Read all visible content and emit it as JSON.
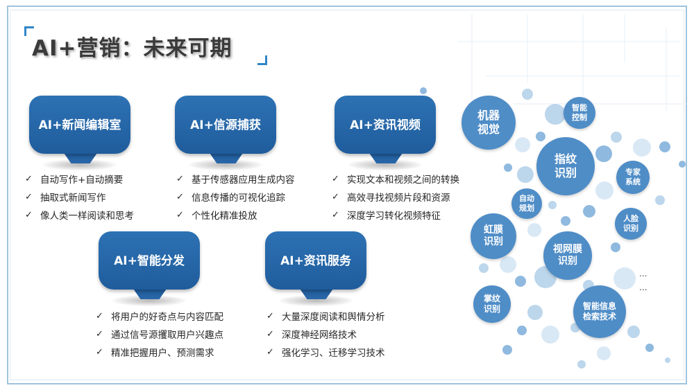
{
  "title": "AI+营销：未来可期",
  "cards": [
    {
      "label": "AI+新闻编辑室",
      "bullets": [
        "自动写作+自动摘要",
        "抽取式新闻写作",
        "像人类一样阅读和思考"
      ]
    },
    {
      "label": "AI+信源捕获",
      "bullets": [
        "基于传感器应用生成内容",
        "信息传播的可视化追踪",
        "个性化精准投放"
      ]
    },
    {
      "label": "AI+资讯视频",
      "bullets": [
        "实现文本和视频之间的转换",
        "高效寻找视频片段和资源",
        "深度学习转化视频特征"
      ]
    },
    {
      "label": "AI+智能分发",
      "bullets": [
        "将用户的好奇点与内容匹配",
        "通过信号源攫取用户兴趣点",
        "精准把握用户、预测需求"
      ]
    },
    {
      "label": "AI+资讯服务",
      "bullets": [
        "大量深度阅读和舆情分析",
        "深度神经网络技术",
        "强化学习、迁移学习技术"
      ]
    }
  ],
  "check_mark": "✓",
  "bubbles": [
    {
      "line1": "机器",
      "line2": "视觉"
    },
    {
      "line1": "智能",
      "line2": "控制"
    },
    {
      "line1": "指纹",
      "line2": "识别"
    },
    {
      "line1": "专家",
      "line2": "系统"
    },
    {
      "line1": "自动",
      "line2": "规划"
    },
    {
      "line1": "虹膜",
      "line2": "识别"
    },
    {
      "line1": "人脸",
      "line2": "识别"
    },
    {
      "line1": "视网膜",
      "line2": "识别"
    },
    {
      "line1": "掌纹",
      "line2": "识别"
    },
    {
      "line1": "智能信息",
      "line2": "检索技术"
    }
  ],
  "ellipsis1": "...",
  "ellipsis2": "..."
}
